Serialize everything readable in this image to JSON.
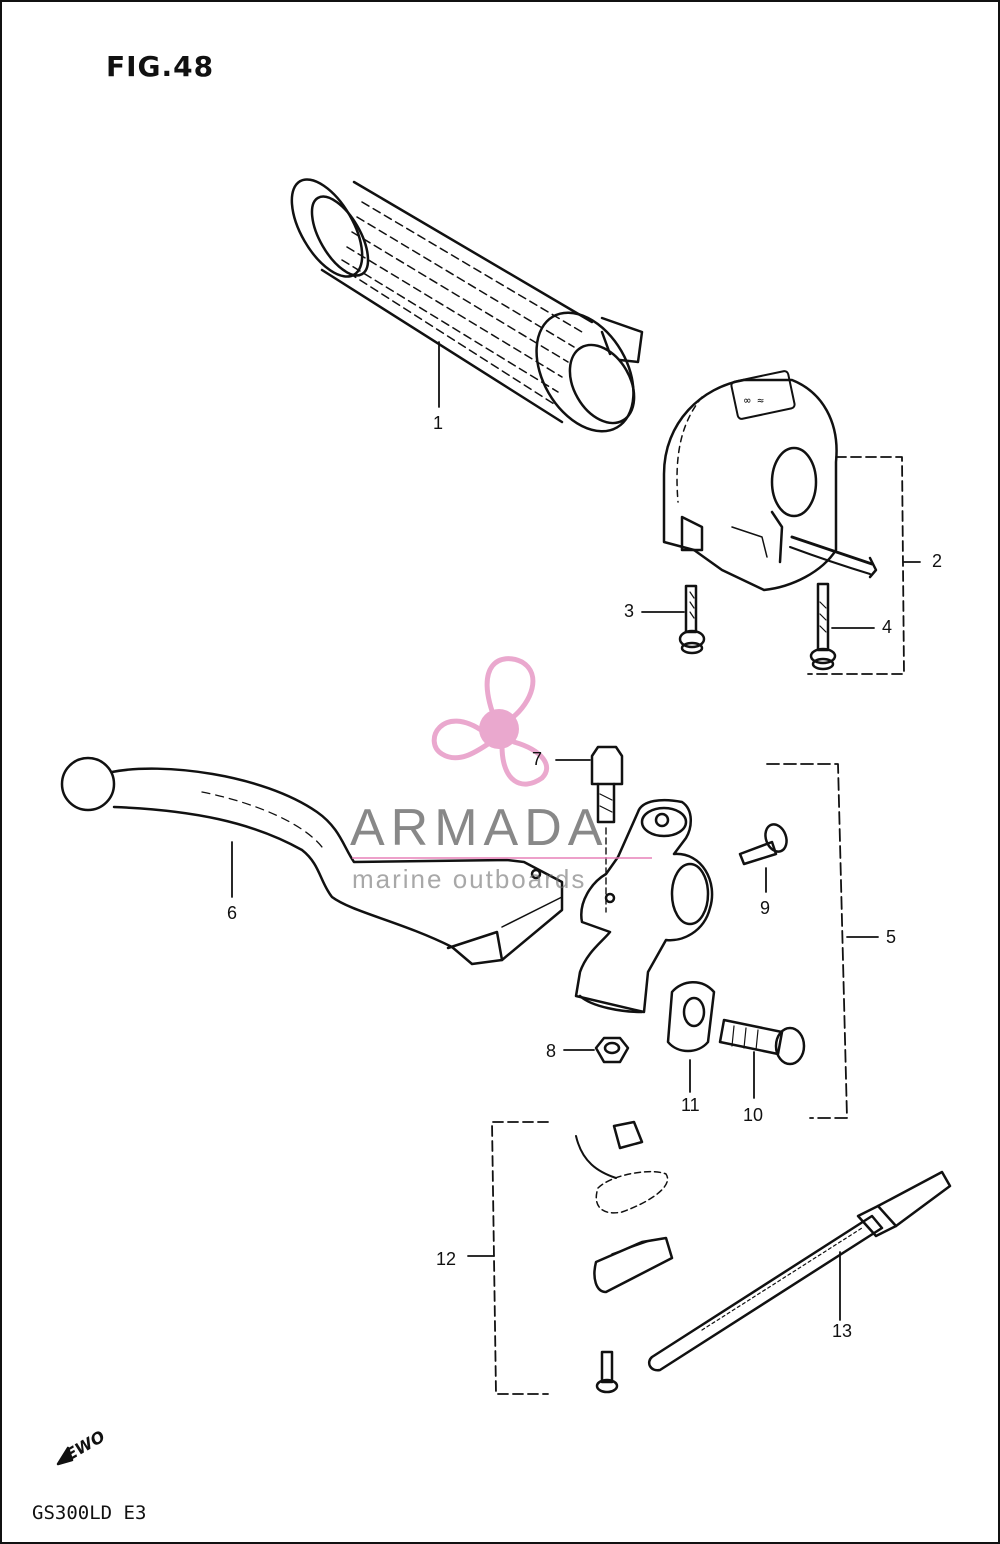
{
  "figure": {
    "title": "FIG.48",
    "model_code": "GS300LD  E3",
    "stamp_text": "EWO"
  },
  "watermark": {
    "brand": "ARMADA",
    "tagline": "marine outboards",
    "logo_color": "#e79ac6"
  },
  "callouts": [
    {
      "id": "1",
      "label": "1"
    },
    {
      "id": "2",
      "label": "2"
    },
    {
      "id": "3",
      "label": "3"
    },
    {
      "id": "4",
      "label": "4"
    },
    {
      "id": "5",
      "label": "5"
    },
    {
      "id": "6",
      "label": "6"
    },
    {
      "id": "7",
      "label": "7"
    },
    {
      "id": "8",
      "label": "8"
    },
    {
      "id": "9",
      "label": "9"
    },
    {
      "id": "10",
      "label": "10"
    },
    {
      "id": "11",
      "label": "11"
    },
    {
      "id": "12",
      "label": "12"
    },
    {
      "id": "13",
      "label": "13"
    }
  ],
  "parts": [
    "handlebar-grip",
    "handlebar-switch-housing",
    "switch-screw-short",
    "switch-screw-long",
    "clutch-lever-holder",
    "clutch-lever",
    "lever-pivot-bolt",
    "lever-nut",
    "holder-screw",
    "clamp-bolt",
    "clamp-cushion",
    "cable-clamp-set",
    "cable-tie"
  ]
}
